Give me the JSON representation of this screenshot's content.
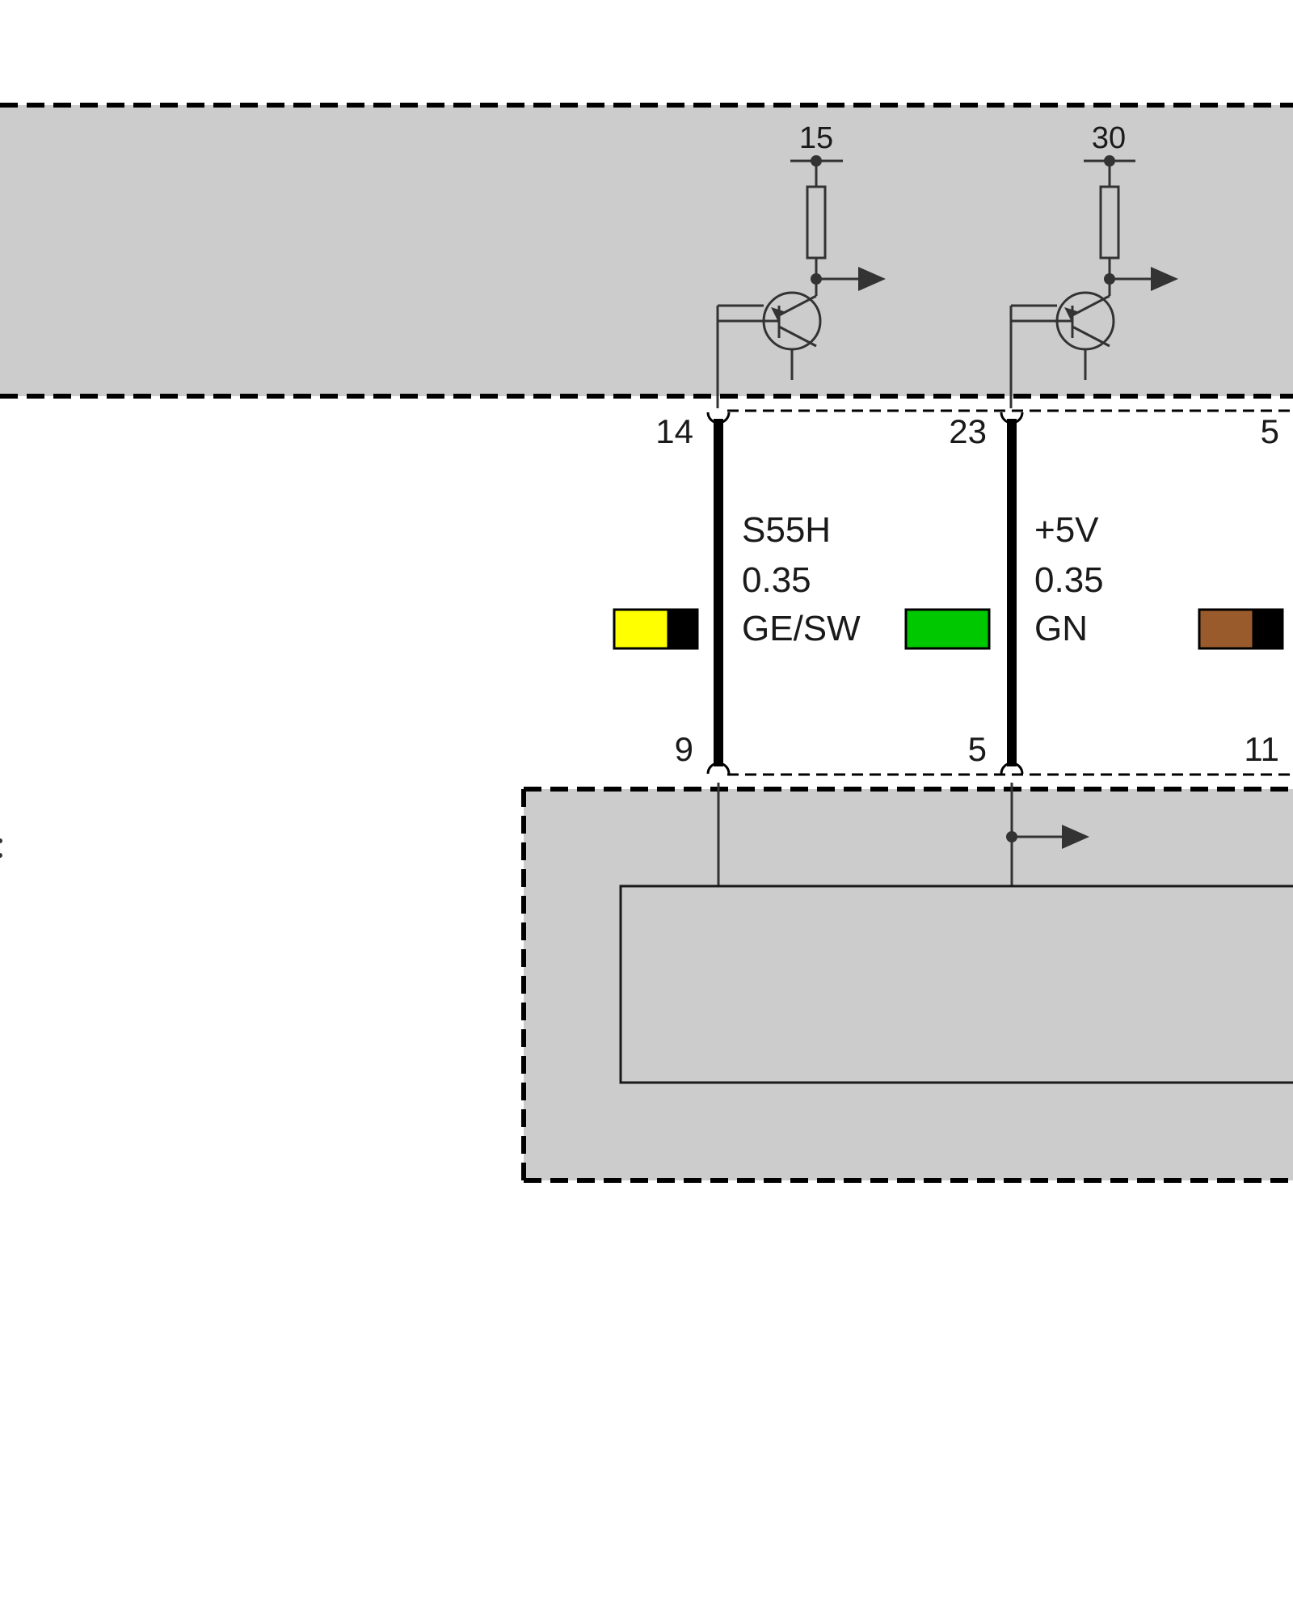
{
  "rails": [
    {
      "id": "rail-15",
      "label": "15"
    },
    {
      "id": "rail-30",
      "label": "30"
    }
  ],
  "pins": {
    "upper_left": "14",
    "upper_mid": "23",
    "upper_right": "5",
    "lower_left": "9",
    "lower_mid": "5",
    "lower_right": "11"
  },
  "wires": [
    {
      "id": "wire-1",
      "signal": "S55H",
      "gauge": "0.35",
      "color_code": "GE/SW",
      "swatch_colors": [
        "#ffff00",
        "#000000"
      ]
    },
    {
      "id": "wire-2",
      "signal": "+5V",
      "gauge": "0.35",
      "color_code": "GN",
      "swatch_colors": [
        "#00c800"
      ]
    },
    {
      "id": "wire-3",
      "swatch_colors": [
        "#9a5b2c",
        "#000000"
      ]
    }
  ],
  "colors": {
    "module_fill": "#cccccc",
    "line": "#333333"
  },
  "icons": [
    "npn-transistor-icon",
    "resistor-icon",
    "signal-arrow-icon",
    "connector-pin-icon"
  ]
}
